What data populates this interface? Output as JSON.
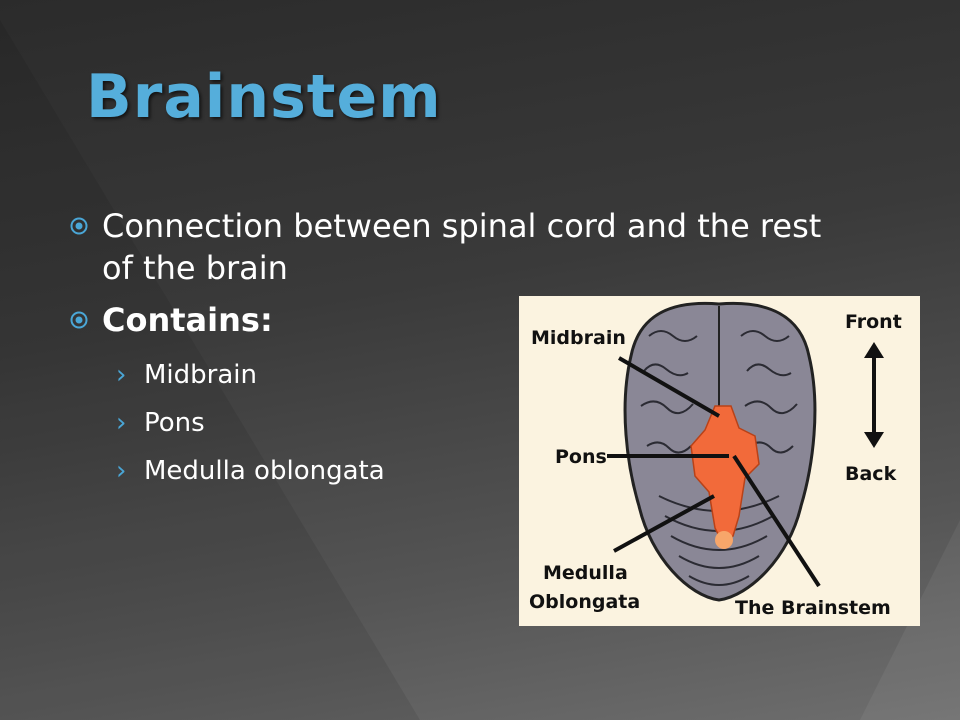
{
  "slide": {
    "title": "Brainstem",
    "bullets": [
      {
        "text": "Connection between spinal cord and the rest of the brain"
      },
      {
        "text": "Contains:"
      }
    ],
    "sub_items": [
      "Midbrain",
      "Pons",
      "Medulla oblongata"
    ],
    "sub_marker": "›",
    "colors": {
      "title": "#55aedb",
      "accent": "#4aa6d6",
      "brain": "#8a8796",
      "brainstem": "#f26a3a"
    }
  },
  "figure": {
    "labels": {
      "midbrain": "Midbrain",
      "pons": "Pons",
      "medulla_line1": "Medulla",
      "medulla_line2": "Oblongata",
      "front": "Front",
      "back": "Back",
      "brainstem": "The Brainstem"
    }
  }
}
